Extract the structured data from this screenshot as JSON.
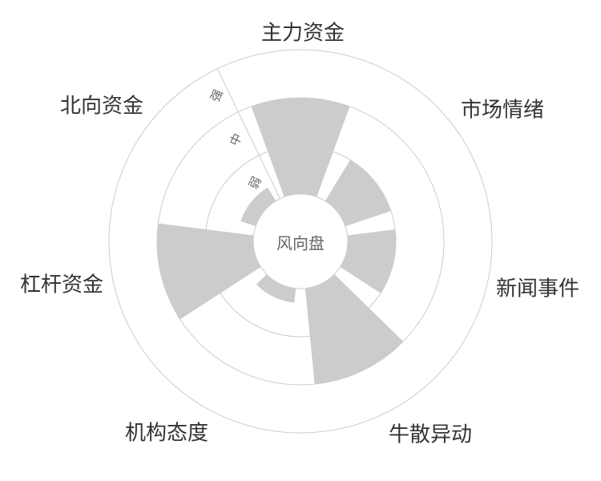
{
  "chart_data": {
    "type": "bar",
    "subtype": "polar-bar",
    "title": "风向盘",
    "categories": [
      "主力资金",
      "市场情绪",
      "新闻事件",
      "牛散异动",
      "机构态度",
      "杠杆资金",
      "北向资金"
    ],
    "values": [
      2.0,
      1.0,
      1.0,
      2.0,
      0.3,
      2.0,
      0.33
    ],
    "radial_axis": {
      "min": 0,
      "max": 3,
      "tick_labels": [
        "弱",
        "中",
        "强"
      ]
    },
    "bar_color": "#cccccc",
    "grid_color": "#cccccc"
  }
}
